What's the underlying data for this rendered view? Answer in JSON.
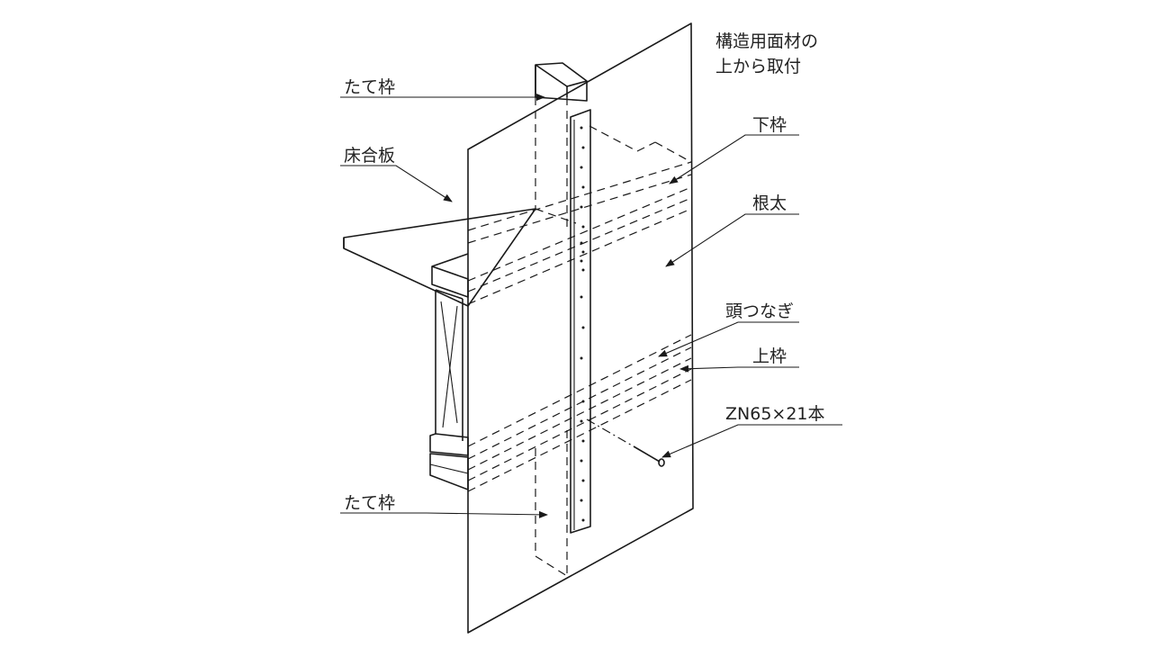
{
  "labels": {
    "panel_line1": "構造用面材の",
    "panel_line2": "上から取付",
    "stud_top": "たて枠",
    "floor_plywood": "床合板",
    "bottom_plate": "下枠",
    "joist": "根太",
    "header_tie": "頭つなぎ",
    "top_plate": "上枠",
    "nail_spec": "ZN65×21本",
    "stud_bottom": "たて枠"
  },
  "colors": {
    "line": "#1a1a1a",
    "text": "#222222",
    "background": "#ffffff"
  }
}
